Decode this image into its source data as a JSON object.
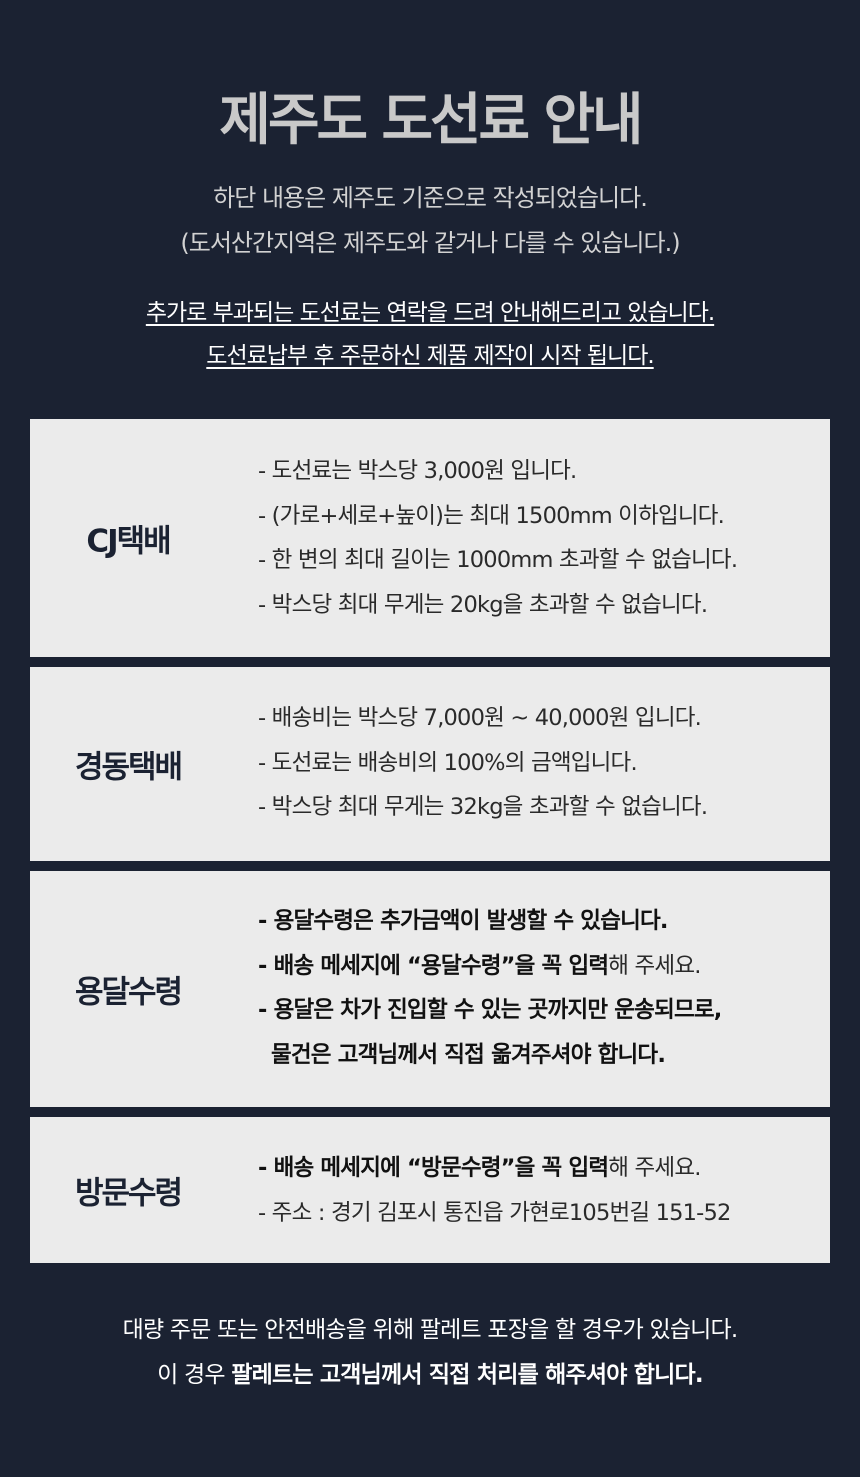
{
  "header": {
    "title": "제주도 도선료 안내",
    "intro": [
      "하단 내용은 제주도 기준으로 작성되었습니다.",
      "(도서산간지역은 제주도와 같거나 다를 수 있습니다.)"
    ],
    "notice": [
      "추가로 부과되는 도선료는 연락을 드려 안내해드리고 있습니다.",
      "도선료납부 후 주문하신 제품 제작이 시작 됩니다."
    ]
  },
  "sections": [
    {
      "title": "CJ택배",
      "lines": [
        "- 도선료는 박스당 3,000원 입니다.",
        "- (가로+세로+높이)는 최대 1500mm 이하입니다.",
        "- 한 변의 최대 길이는 1000mm 초과할 수 없습니다.",
        "- 박스당 최대 무게는 20kg을 초과할 수 없습니다."
      ]
    },
    {
      "title": "경동택배",
      "lines": [
        "- 배송비는 박스당 7,000원 ~ 40,000원 입니다.",
        "- 도선료는 배송비의 100%의 금액입니다.",
        "- 박스당 최대 무게는 32kg을 초과할 수 없습니다."
      ]
    },
    {
      "title": "용달수령",
      "lines": {
        "l1": "- 용달수령은 추가금액이 발생할 수 있습니다.",
        "l2_bold": "- 배송 메세지에 “용달수령”을 꼭 입력",
        "l2_rest": "해 주세요.",
        "l3": "- 용달은 차가 진입할 수 있는 곳까지만 운송되므로,",
        "l4": "물건은 고객님께서 직접 옮겨주셔야 합니다."
      }
    },
    {
      "title": "방문수령",
      "lines": {
        "l1_bold": "- 배송 메세지에 “방문수령”을 꼭 입력",
        "l1_rest": "해 주세요.",
        "l2": "- 주소 : 경기 김포시 통진읍 가현로105번길 151-52"
      }
    }
  ],
  "footer": {
    "line1": "대량 주문 또는 안전배송을 위해 팔레트 포장을 할 경우가 있습니다.",
    "line2_plain": "이 경우 ",
    "line2_bold": "팔레트는 고객님께서 직접 처리를 해주셔야 합니다."
  },
  "colors": {
    "background": "#1b2232",
    "box": "#ebebeb",
    "title": "#c9c9c9"
  }
}
